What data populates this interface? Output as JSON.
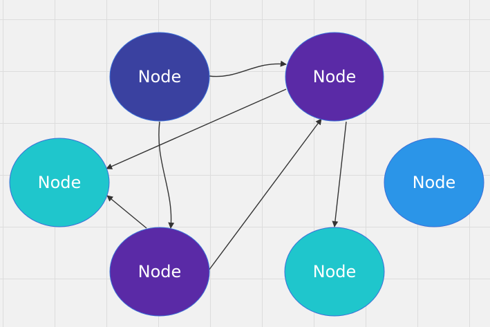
{
  "diagram": {
    "nodes": [
      {
        "id": "n1",
        "label": "Node",
        "color": "#3a41a0"
      },
      {
        "id": "n2",
        "label": "Node",
        "color": "#5a2aa6"
      },
      {
        "id": "n3",
        "label": "Node",
        "color": "#1fc6cc"
      },
      {
        "id": "n4",
        "label": "Node",
        "color": "#2b95e8"
      },
      {
        "id": "n5",
        "label": "Node",
        "color": "#5a2aa6"
      },
      {
        "id": "n6",
        "label": "Node",
        "color": "#1fc6cc"
      }
    ],
    "edges": [
      {
        "from": "n1",
        "to": "n2"
      },
      {
        "from": "n1",
        "to": "n5"
      },
      {
        "from": "n2",
        "to": "n3"
      },
      {
        "from": "n2",
        "to": "n6"
      },
      {
        "from": "n5",
        "to": "n3"
      },
      {
        "from": "n5",
        "to": "n2"
      }
    ]
  }
}
